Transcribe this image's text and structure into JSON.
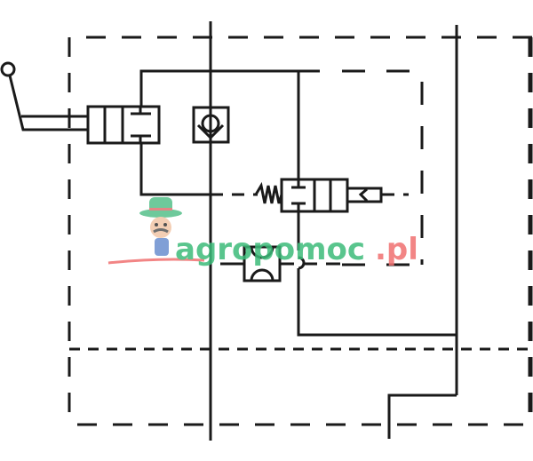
{
  "diagram": {
    "type": "hydraulic-schematic",
    "stroke_color": "#1a1a1a",
    "background": "#ffffff",
    "components": [
      {
        "id": "lever-handle",
        "label": "Manual lever actuator"
      },
      {
        "id": "main-directional-valve",
        "label": "3-position directional valve (lever operated)"
      },
      {
        "id": "check-valve",
        "label": "Check valve"
      },
      {
        "id": "spring-valve",
        "label": "Spring-return pilot valve"
      },
      {
        "id": "restrictor",
        "label": "Restrictor / orifice"
      },
      {
        "id": "outer-boundary",
        "label": "Outer dashed assembly boundary"
      },
      {
        "id": "inner-boundary",
        "label": "Inner dashed sub-assembly boundary"
      }
    ]
  },
  "watermark": {
    "text_green": "agropomoc",
    "text_red": ".pl",
    "color_green": "#3dbb7a",
    "color_red": "#f07070"
  }
}
